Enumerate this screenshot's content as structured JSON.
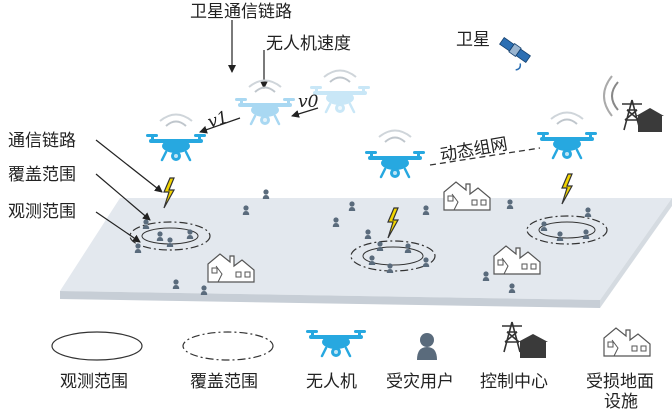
{
  "labels": {
    "satellite_link": "卫星通信链路",
    "uav_speed": "无人机速度",
    "satellite": "卫星",
    "v0": "v0",
    "v1": "v1",
    "comm_link": "通信链路",
    "coverage_range": "覆盖范围",
    "observation_range": "观测范围",
    "dynamic_network": "动态组网"
  },
  "legend": {
    "observation_range": "观测范围",
    "coverage_range": "覆盖范围",
    "uav": "无人机",
    "affected_user": "受灾用户",
    "control_center": "控制中心",
    "damaged_facility_line1": "受损地面",
    "damaged_facility_line2": "设施"
  },
  "colors": {
    "drone": "#27a8e0",
    "drone_faded": "#a9d8f2",
    "user": "#5a6b7c",
    "ground": "#e3e8ee",
    "lightning": "#f2d500"
  }
}
